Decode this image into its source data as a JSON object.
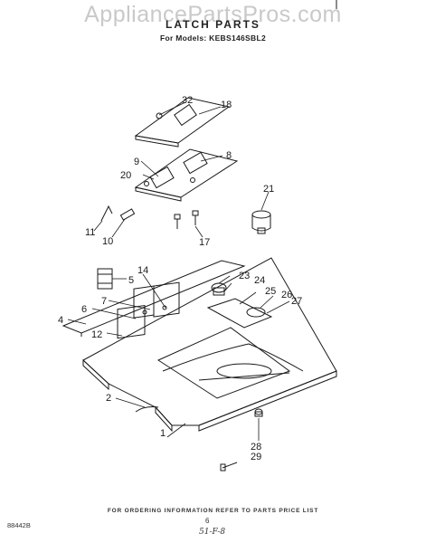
{
  "watermark": "AppliancePartsPros.com",
  "header": {
    "title": "LATCH PARTS",
    "subtitle": "For Models: KEBS146SBL2"
  },
  "part_labels": [
    "32",
    "18",
    "9",
    "8",
    "20",
    "21",
    "11",
    "10",
    "17",
    "5",
    "14",
    "23",
    "24",
    "25",
    "26",
    "27",
    "6",
    "7",
    "4",
    "12",
    "2",
    "1",
    "28",
    "29"
  ],
  "footer": {
    "ordering_note": "FOR ORDERING INFORMATION REFER TO PARTS PRICE LIST",
    "document_number": "88442B",
    "page_number": "6",
    "handwritten_note": "51-F-8"
  }
}
